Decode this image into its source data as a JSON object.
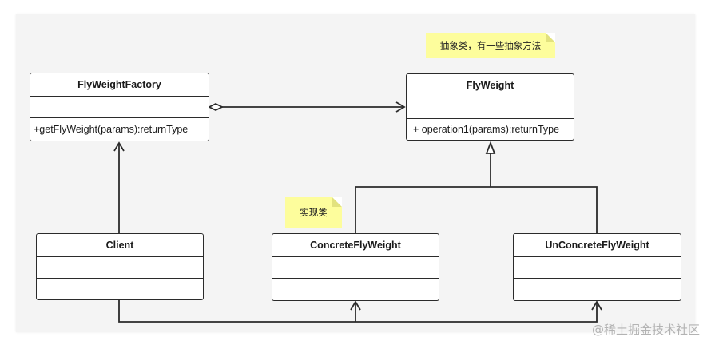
{
  "classes": {
    "factory": {
      "name": "FlyWeightFactory",
      "method": "+getFlyWeight(params):returnType"
    },
    "flyweight": {
      "name": "FlyWeight",
      "method": "+  operation1(params):returnType"
    },
    "client": {
      "name": "Client"
    },
    "concrete": {
      "name": "ConcreteFlyWeight"
    },
    "unconcrete": {
      "name": "UnConcreteFlyWeight"
    }
  },
  "notes": {
    "abstract_note": "抽象类，有一些抽象方法",
    "concrete_note": "实现类"
  },
  "watermark": "@稀土掘金技术社区"
}
